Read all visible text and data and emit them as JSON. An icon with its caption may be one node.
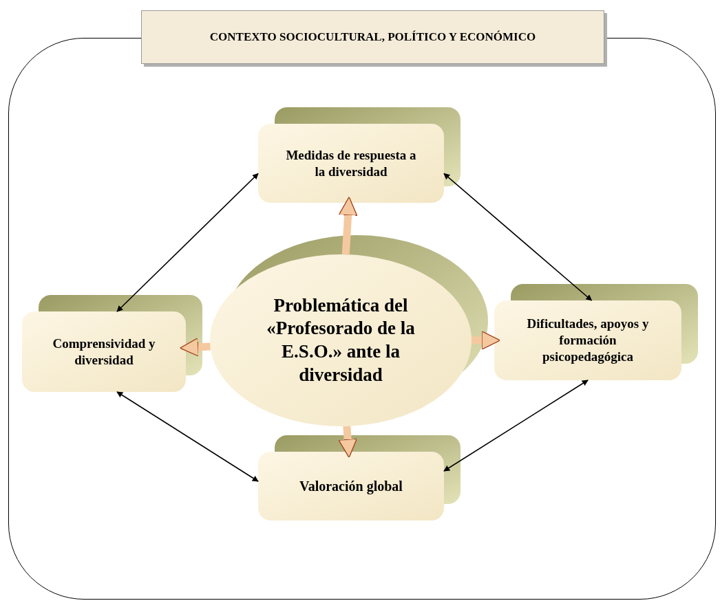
{
  "diagram": {
    "nodes": [
      {
        "text": [
          "CONTEXTO SOCIOCULTURAL, POLÍTICO Y ECONÓMICO"
        ]
      },
      {
        "text": [
          "Medidas de respuesta a la diversidad"
        ],
        "in": 0
      },
      {
        "text": [
          "Comprensividad y diversidad"
        ],
        "in": 0
      },
      {
        "text": [
          "Problemática del «Profesorado de la E.S.O.» ante la diversidad"
        ],
        "in": 0
      },
      {
        "text": [
          "Dificultades, apoyos y formación psicopedagógica"
        ],
        "in": 0
      },
      {
        "text": [
          "Valoración global"
        ],
        "in": 0
      }
    ],
    "edges": [
      {
        "from": 3,
        "to": 1,
        "arrow": "to",
        "style": "thick",
        "color": "#f5c9a0"
      },
      {
        "from": 3,
        "to": 2,
        "arrow": "to",
        "style": "thick",
        "color": "#f5c9a0"
      },
      {
        "from": 3,
        "to": 4,
        "arrow": "to",
        "style": "thick",
        "color": "#f5c9a0"
      },
      {
        "from": 3,
        "to": 5,
        "arrow": "to",
        "style": "thick",
        "color": "#f5c9a0"
      },
      {
        "from": 2,
        "to": 1,
        "arrow": "both",
        "color": "#000000"
      },
      {
        "from": 1,
        "to": 4,
        "arrow": "both",
        "color": "#000000"
      },
      {
        "from": 4,
        "to": 5,
        "arrow": "both",
        "color": "#000000"
      },
      {
        "from": 5,
        "to": 2,
        "arrow": "both",
        "color": "#000000"
      }
    ]
  }
}
